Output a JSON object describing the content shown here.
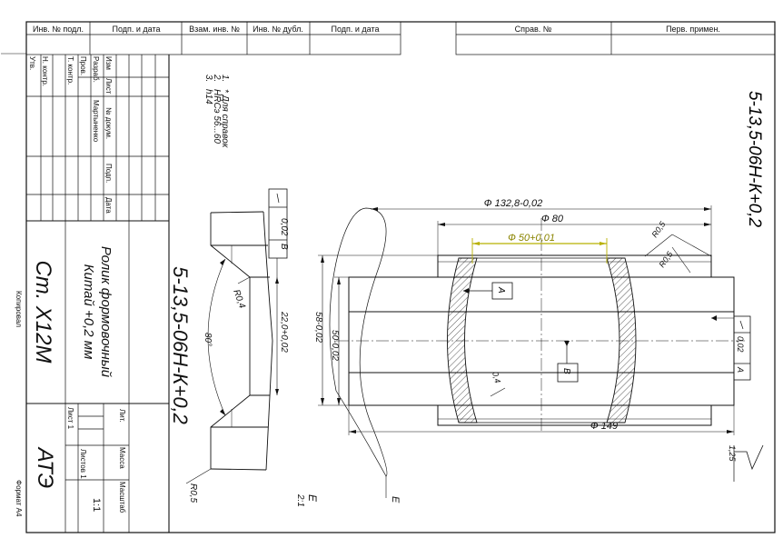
{
  "top_stamp": {
    "inv_podl": "Инв. № подл.",
    "podp_data_1": "Подп. и дата",
    "vzam_inv": "Взам. инв. №",
    "inv_dubl": "Инв. № дубл.",
    "podp_data_2": "Подп. и дата",
    "sprav": "Справ. №",
    "perv_primen": "Перв. примен."
  },
  "designation": "5-13,5-06Н-К+0,2",
  "title_block": {
    "designation": "5-13,5-06Н-К+0,2",
    "name_line1": "Ролик формовочный",
    "name_line2": "Китай +0,2 мм",
    "material": "Ст. Х12М",
    "organization": "АТЭ",
    "col_izm": "Изм",
    "col_list": "Лист",
    "col_doc": "№ докум.",
    "col_podp": "Подп.",
    "col_data": "Дата",
    "razrab": "Разраб.",
    "prov": "Пров.",
    "t_kontr": "Т. контр.",
    "n_kontr": "Н. контр.",
    "utv": "Утв.",
    "developer_name": "Мартыненко",
    "lit": "Лит.",
    "massa": "Масса",
    "masshtab": "Масштаб",
    "scale_value": "1:1",
    "sheet": "Лист 1",
    "sheets": "Листов 1"
  },
  "footer": {
    "copied": "Копировал",
    "format": "Формат А4"
  },
  "notes": {
    "n1_num": "1.",
    "n1_text": "* Для справок",
    "n2_num": "2.",
    "n2_text": "HRCэ 56...60",
    "n3_num": "3.",
    "n3_text": "h14"
  },
  "dimensions": {
    "d_132": "Ф 132,8-0,02",
    "d_80": "Ф 80",
    "d_50": "Ф 50+0,01",
    "d_149": "Ф 149",
    "h_58": "58-0,02",
    "h_50": "50-0,02",
    "h_22": "22,0+0,02",
    "r05_a": "R0,5",
    "r05_b": "R0,5",
    "r05_c": "R0,5",
    "r04": "R0,4",
    "c04": "0,4",
    "angle": "80°"
  },
  "datums": {
    "a": "A",
    "b": "B"
  },
  "tolerances": {
    "runout1_value": "0,02",
    "runout1_datum": "B",
    "runout2_value": "0,02",
    "runout2_datum": "A"
  },
  "detail": {
    "letter": "E",
    "callout_letter": "E",
    "scale": "2:1"
  },
  "roughness": "1,25",
  "colors": {
    "line": "#111111",
    "highlight": "#b8b000",
    "paper": "#ffffff"
  }
}
